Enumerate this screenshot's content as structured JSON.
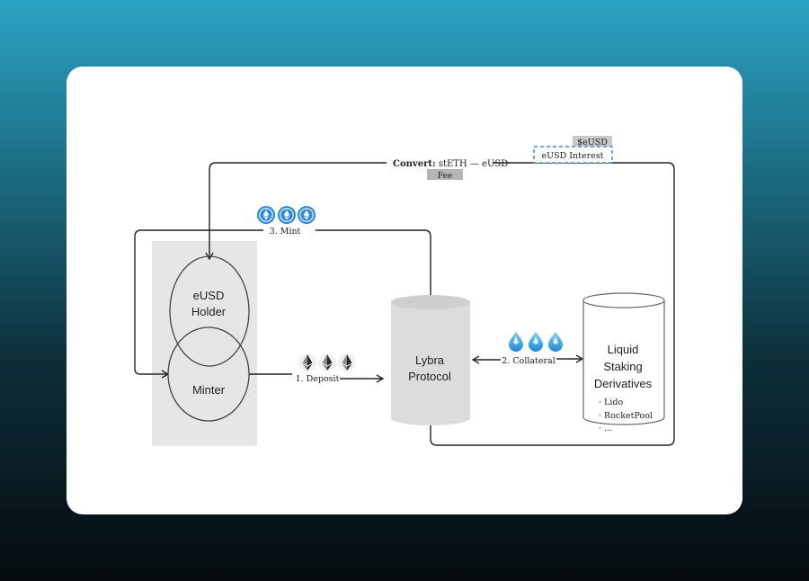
{
  "diagram": {
    "convert_bold": "Convert:",
    "convert_rest": "stETH — eUSD",
    "fee": "Fee",
    "seusd": "$eUSD",
    "eusd_interest": "eUSD Interest",
    "mint": "3. Mint",
    "deposit": "1. Deposit",
    "collateral": "2. Collateral",
    "holder_line1": "eUSD",
    "holder_line2": "Holder",
    "minter": "Minter",
    "lybra_line1": "Lybra",
    "lybra_line2": "Protocol",
    "lsd_line1": "Liquid",
    "lsd_line2": "Staking",
    "lsd_line3": "Derivatives",
    "lsd_items": [
      "· Lido",
      "· RocketPool",
      "· ..."
    ]
  },
  "icons": {
    "mint_tokens": [
      "eusd-token-icon",
      "eusd-token-icon",
      "eusd-token-icon"
    ],
    "deposit_tokens": [
      "ether-icon",
      "ether-icon",
      "ether-icon"
    ],
    "collateral_tokens": [
      "steth-drop-icon",
      "steth-drop-icon",
      "steth-drop-icon"
    ]
  },
  "colors": {
    "background_top": "#2ba3c4",
    "background_bottom": "#050b0e",
    "venn_panel": "#e6e6e6",
    "eusd_interest_dash": "#3b8fd6",
    "fee_badge": "#b5b5b5",
    "token_blue": "#2f8be0"
  }
}
